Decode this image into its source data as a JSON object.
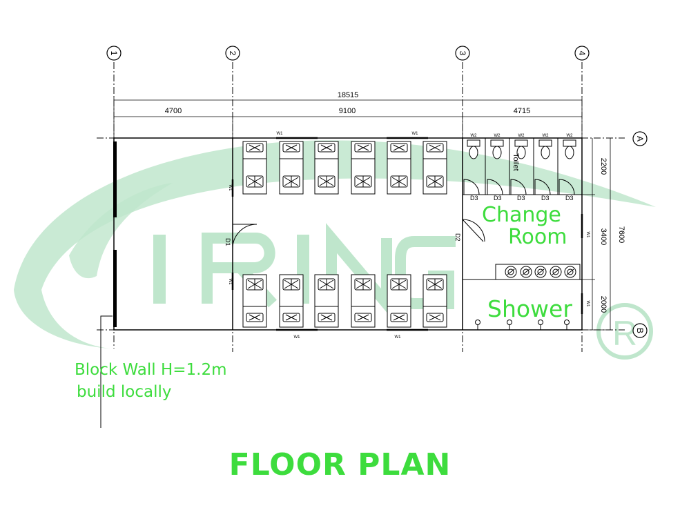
{
  "title": "FLOOR PLAN",
  "watermark": {
    "letters": "RING",
    "registered_mark": "R",
    "color": "#bfe6cc"
  },
  "grid_columns": [
    "1",
    "2",
    "3",
    "4"
  ],
  "grid_rows": [
    "A",
    "B"
  ],
  "dimensions": {
    "overall_width": "18515",
    "bays": [
      "4700",
      "9100",
      "4715"
    ],
    "overall_depth": "7600",
    "right_segments": [
      "2200",
      "3400",
      "2000"
    ]
  },
  "windows": {
    "w1": "W1",
    "w2": "W2"
  },
  "doors": {
    "d1": "D1",
    "d2": "D2",
    "d3": "D3"
  },
  "rooms": {
    "toilet": "Toilet",
    "change_room_line1": "Change",
    "change_room_line2": "Room",
    "shower": "Shower"
  },
  "note": {
    "line1": "Block Wall H=1.2m",
    "line2": "build locally"
  },
  "colors": {
    "accent_green": "#3ddc3d",
    "line": "#000000"
  }
}
